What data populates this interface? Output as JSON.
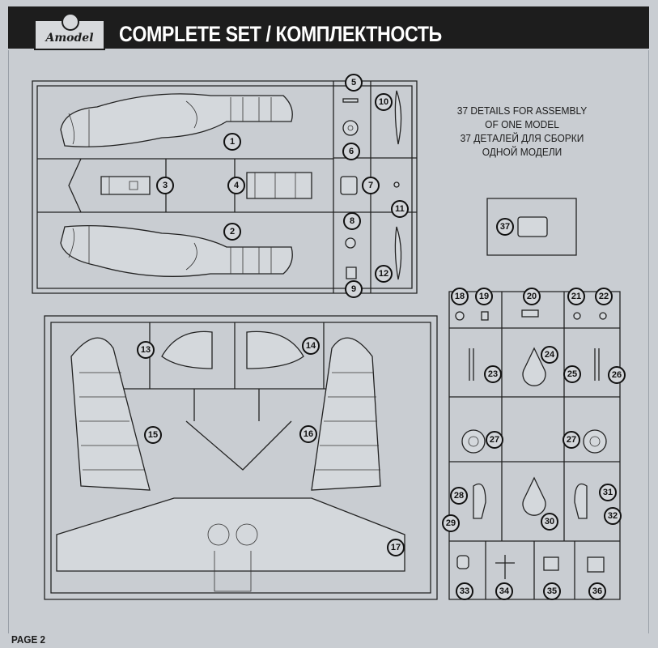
{
  "header": {
    "logo_text": "Amodel",
    "title": "COMPLETE SET / КОМПЛЕКТНОСТЬ"
  },
  "assembly_note": {
    "line1": "37 DETAILS FOR ASSEMBLY",
    "line2": "OF ONE MODEL",
    "line3": "37 ДЕТАЛЕЙ ДЛЯ СБОРКИ",
    "line4": "ОДНОЙ МОДЕЛИ"
  },
  "part_numbers": [
    "1",
    "2",
    "3",
    "4",
    "5",
    "6",
    "7",
    "8",
    "9",
    "10",
    "11",
    "12",
    "13",
    "14",
    "15",
    "16",
    "17",
    "18",
    "19",
    "20",
    "21",
    "22",
    "23",
    "24",
    "25",
    "26",
    "27",
    "27",
    "28",
    "29",
    "30",
    "31",
    "32",
    "33",
    "34",
    "35",
    "36",
    "37"
  ],
  "page_label": "PAGE 2",
  "colors": {
    "header_bg": "#1d1d1d",
    "paper": "#c9cdd2",
    "line": "#222222"
  }
}
